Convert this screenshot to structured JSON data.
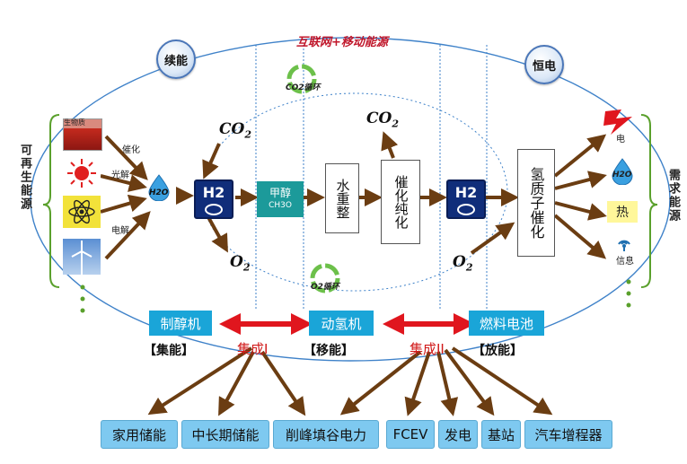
{
  "top_title": "互联网+移动能源",
  "badges": {
    "left": "续能",
    "right": "恒电"
  },
  "side_labels": {
    "left": "可再生能源",
    "right": "需求能源"
  },
  "sources": {
    "biomass_label": "生物质",
    "catalysis": "催化",
    "photolysis": "光解",
    "electrolysis": "电解"
  },
  "chem": {
    "h2o_left": "H2O",
    "co2_left": "CO2",
    "o2_left": "O2",
    "co2_right": "CO2",
    "o2_right": "O2",
    "co2_cycle": "CO2循环",
    "o2_cycle": "O2循环",
    "h2": "H2"
  },
  "process": {
    "methanol": "甲醇",
    "methanol_formula": "CH3O",
    "reform": "水重整",
    "purify": "催化纯化",
    "proton": "氢质子催化"
  },
  "outputs": {
    "electricity": "电",
    "water": "H2O",
    "heat": "热",
    "info": "信息"
  },
  "stages": [
    {
      "box": "制醇机",
      "label": "【集能】"
    },
    {
      "box": "动氢机",
      "label": "【移能】"
    },
    {
      "box": "燃料电池",
      "label": "【放能】"
    }
  ],
  "integration": {
    "left": "集成I",
    "right": "集成II"
  },
  "applications": [
    "家用储能",
    "中长期储能",
    "削峰填谷电力",
    "FCEV",
    "发电",
    "基站",
    "汽车增程器"
  ],
  "colors": {
    "arrow": "#6b3d12",
    "ellipse": "#3f82c9",
    "teal": "#1c9a9a",
    "h2_box": "#102d7a",
    "stage_box": "#1aa5d8",
    "app_box": "#7ec9f0",
    "red": "#d11a1a",
    "green_bracket": "#5aa02c"
  }
}
